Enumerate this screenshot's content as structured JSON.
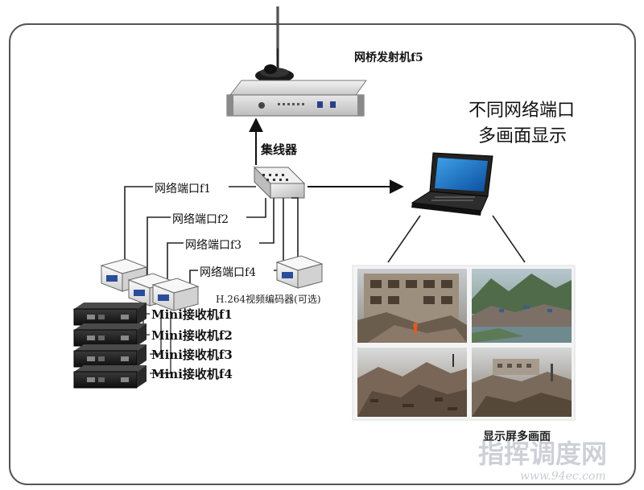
{
  "transmitter": {
    "label": "网桥发射机f5"
  },
  "hub": {
    "label": "集线器"
  },
  "display_title": {
    "line1": "不同网络端口",
    "line2": "多画面显示"
  },
  "ports": [
    {
      "label": "网络端口f1"
    },
    {
      "label": "网络端口f2"
    },
    {
      "label": "网络端口f3"
    },
    {
      "label": "网络端口f4"
    }
  ],
  "encoder": {
    "label": "H.264视频编码器(可选)"
  },
  "receivers": [
    {
      "label": "Mini接收机f1"
    },
    {
      "label": "Mini接收机f2"
    },
    {
      "label": "Mini接收机f3"
    },
    {
      "label": "Mini接收机f4"
    }
  ],
  "screen_caption": "显示屏多画面",
  "watermark": {
    "name": "指挥调度网",
    "url": "www.94ec.com"
  },
  "colors": {
    "frame": "#555555",
    "line": "#222222",
    "device_gray": "#d9d9d9",
    "encoder_blue": "#2a4d9a",
    "receiver_black": "#1b1b1b",
    "watermark": "#c8ccd2"
  },
  "icons": {
    "antenna": "antenna-icon",
    "rack": "rack-transmitter-icon",
    "hub": "network-hub-icon",
    "laptop": "laptop-icon",
    "encoder": "video-encoder-icon",
    "receiver": "mini-receiver-icon"
  }
}
